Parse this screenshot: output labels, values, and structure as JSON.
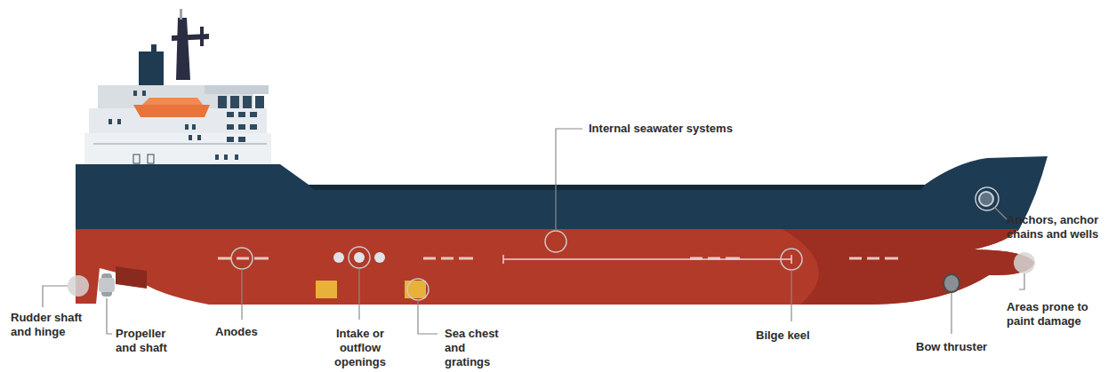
{
  "diagram": {
    "labels": [
      "Internal seawater systems",
      "Anchors, anchor chains and wells",
      "Rudder shaft and hinge",
      "Propeller and shaft",
      "Anodes",
      "Intake or outflow openings",
      "Sea chest and gratings",
      "Bilge keel",
      "Bow thruster",
      "Areas prone to paint damage"
    ]
  }
}
